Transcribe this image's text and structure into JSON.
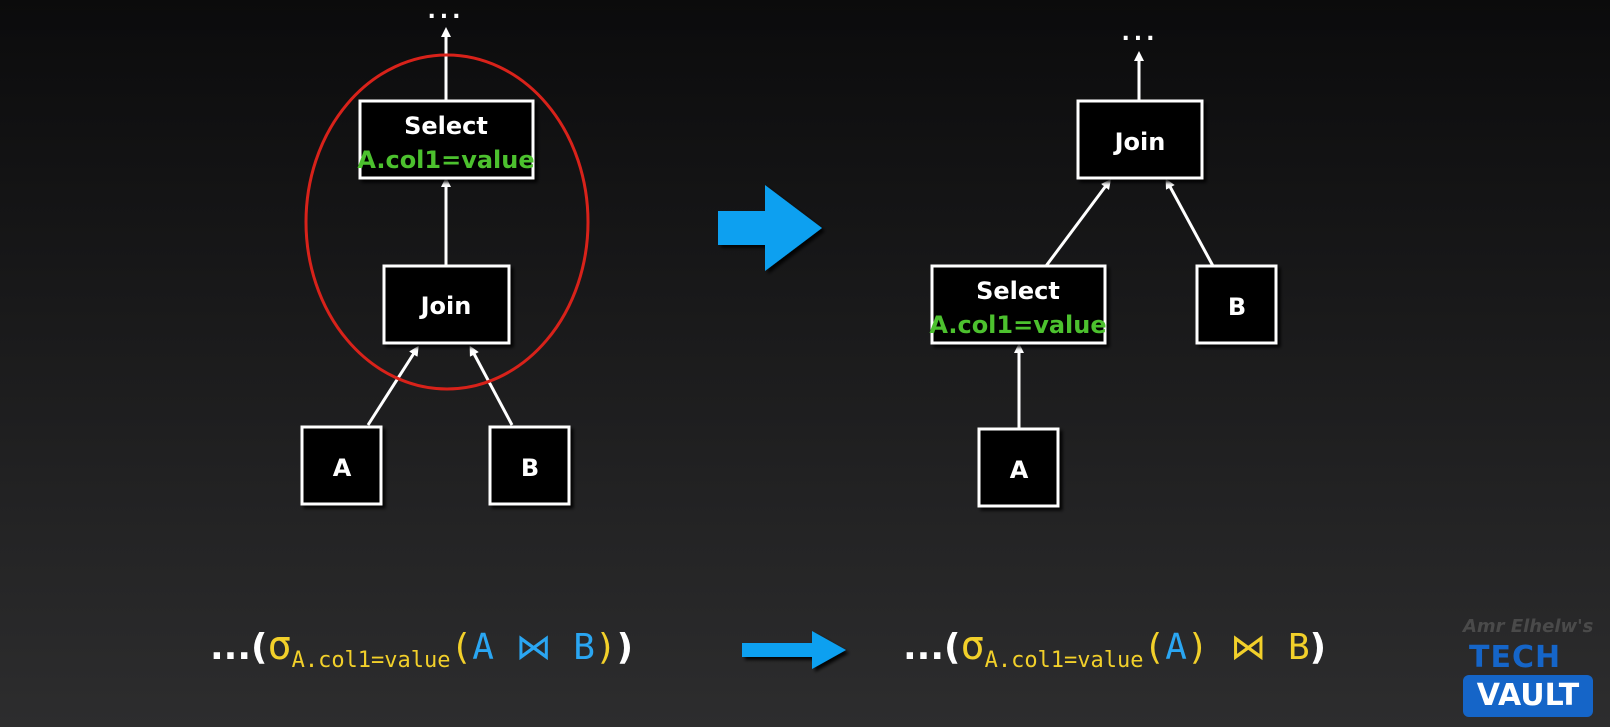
{
  "before_tree": {
    "top": "...",
    "select": {
      "title": "Select",
      "predicate": "A.col1=value"
    },
    "join": "Join",
    "left_leaf": "A",
    "right_leaf": "B"
  },
  "after_tree": {
    "top": "...",
    "join": "Join",
    "select": {
      "title": "Select",
      "predicate": "A.col1=value"
    },
    "left_leaf": "A",
    "right_leaf": "B"
  },
  "formula_before": {
    "prefix": "...",
    "open_outer": "(",
    "sigma": "σ",
    "subscript": "A.col1=value",
    "open_inner": "(",
    "a": "A",
    "join_symbol": "⋈",
    "b": "B",
    "close_inner": ")",
    "close_outer": ")"
  },
  "formula_after": {
    "prefix": "...",
    "open_outer": "(",
    "sigma": "σ",
    "subscript": "A.col1=value",
    "open_inner": "(",
    "a": "A",
    "close_inner": ")",
    "join_symbol": "⋈",
    "b": "B",
    "close_outer": ")"
  },
  "logo": {
    "author": "Amr Elhelw's",
    "line1": "TECH",
    "line2": "VAULT"
  },
  "colors": {
    "predicate": "#4cc12e",
    "highlight_circle": "#d8221a",
    "transform_arrow": "#0aa0f0",
    "formula_yellow": "#f2d02a",
    "formula_blue": "#2aa6f2",
    "logo_blue": "#1565c8"
  }
}
